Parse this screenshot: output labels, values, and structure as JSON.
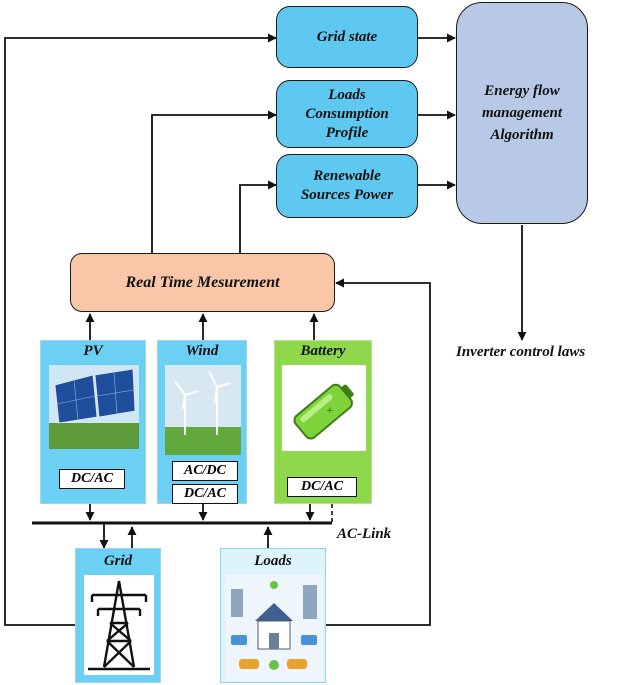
{
  "inputs": {
    "grid_state": "Grid state",
    "loads_profile": "Loads Consumption Profile",
    "renewable_power": "Renewable Sources Power"
  },
  "algorithm": "Energy flow management Algorithm",
  "output": "Inverter control laws",
  "measurement": "Real Time Mesurement",
  "sources": {
    "pv": {
      "title": "PV",
      "converter": "DC/AC"
    },
    "wind": {
      "title": "Wind",
      "converter_1": "AC/DC",
      "converter_2": "DC/AC"
    },
    "battery": {
      "title": "Battery",
      "converter": "DC/AC"
    }
  },
  "bus": "AC-Link",
  "grid": "Grid",
  "loads": "Loads"
}
